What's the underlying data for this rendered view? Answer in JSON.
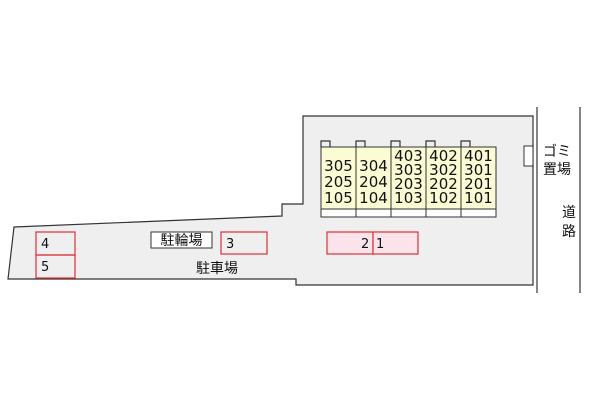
{
  "map": {
    "building_columns": [
      {
        "units": [
          "305",
          "205",
          "105"
        ]
      },
      {
        "units": [
          "304",
          "204",
          "104"
        ]
      },
      {
        "units": [
          "403",
          "303",
          "203",
          "103"
        ]
      },
      {
        "units": [
          "402",
          "302",
          "202",
          "102"
        ]
      },
      {
        "units": [
          "401",
          "301",
          "201",
          "101"
        ]
      }
    ],
    "parking_spaces": [
      "4",
      "5",
      "3",
      "2",
      "1"
    ],
    "labels": {
      "bicycle_parking": "駐輪場",
      "parking_lot": "駐車場",
      "road": "道路",
      "trash_line1": "ゴミ",
      "trash_line2": "置場"
    },
    "colors": {
      "building_fill": "#fbfbd4",
      "parking_outline": "#e0303a",
      "highlight_fill": "#fbe3ec"
    }
  }
}
